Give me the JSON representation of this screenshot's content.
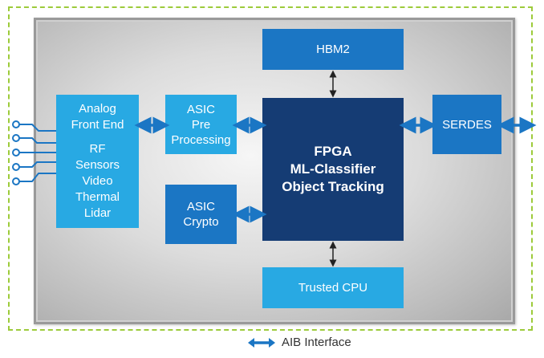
{
  "colors": {
    "light_block": "#28a9e3",
    "mid_block": "#1b76c4",
    "dark_block": "#153c74",
    "arrow": "#1b76c4",
    "dashed_border": "#9dcb3b"
  },
  "blocks": {
    "analog": {
      "lines": [
        "Analog",
        "Front End"
      ],
      "lines2": [
        "RF",
        "Sensors",
        "Video",
        "Thermal",
        "Lidar"
      ]
    },
    "asic_pre": {
      "lines": [
        "ASIC",
        "Pre",
        "Processing"
      ]
    },
    "asic_crypto": {
      "lines": [
        "ASIC",
        "Crypto"
      ]
    },
    "hbm2": {
      "label": "HBM2"
    },
    "fpga": {
      "lines": [
        "FPGA",
        "ML-Classifier",
        "Object Tracking"
      ]
    },
    "serdes": {
      "label": "SERDES"
    },
    "trusted_cpu": {
      "label": "Trusted CPU"
    }
  },
  "legend": {
    "label": "AIB Interface",
    "icon": "double-arrow-icon"
  }
}
